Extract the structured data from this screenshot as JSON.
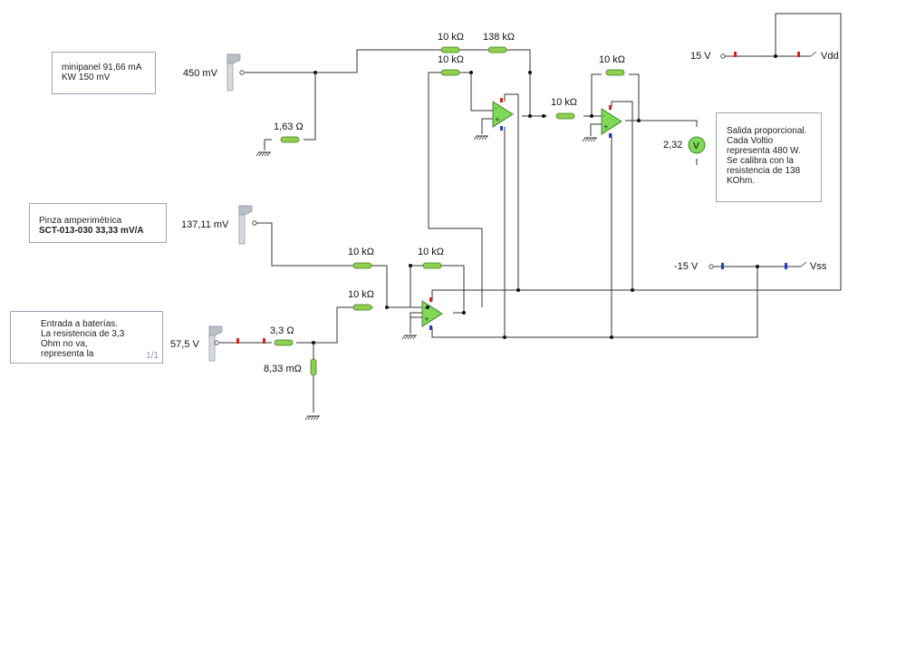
{
  "notes": {
    "minipanel": {
      "lines": [
        "minipanel 91,66 mA",
        "KW 150 mV"
      ]
    },
    "pinza": {
      "lines": [
        "Pinza amperimétrica",
        "SCT-013-030 33,33 mV/A"
      ]
    },
    "entrada": {
      "lines": [
        "Entrada a baterías.",
        "La resistencia de 3,3",
        "Ohm no va,",
        "representa la"
      ],
      "page": "1/1"
    },
    "salida": {
      "lines": [
        "Salida proporcional.",
        "Cada Voltio",
        "representa 480 W.",
        "Se calibra con la",
        "resistencia de 138",
        "KOhm."
      ]
    }
  },
  "sources": {
    "v450": "450 mV",
    "v137": "137,11 mV",
    "v57": "57,5 V",
    "vdd_value": "15 V",
    "vdd_label": "Vdd",
    "vss_value": "-15 V",
    "vss_label": "Vss"
  },
  "resistors": {
    "r_163": "1,63 Ω",
    "r_top_10k_a": "10 kΩ",
    "r_top_138k": "138 kΩ",
    "r_top_10k_b": "10 kΩ",
    "r_mid_10k": "10 kΩ",
    "r_fb2_10k": "10 kΩ",
    "r_low_10k_a": "10 kΩ",
    "r_low_10k_fb": "10 kΩ",
    "r_low_10k_b": "10 kΩ",
    "r_33": "3,3 Ω",
    "r_833m": "8,33 mΩ"
  },
  "meter": {
    "value": "2,32",
    "symbol": "V"
  },
  "colors": {
    "resistor": "#8fd14f",
    "opamp": "#7ed957",
    "positive": "#d62020",
    "negative": "#1e3fbf",
    "wire": "#333333"
  }
}
